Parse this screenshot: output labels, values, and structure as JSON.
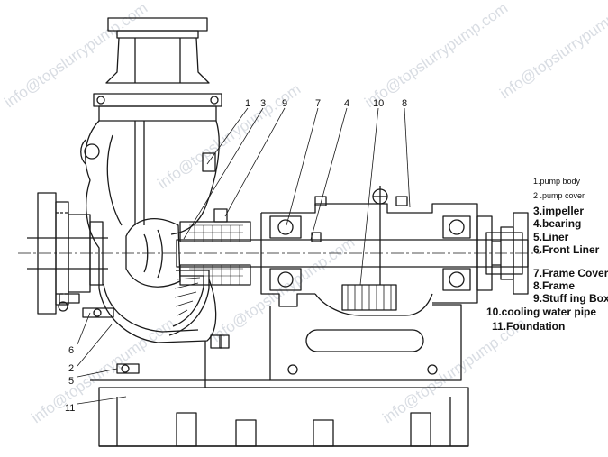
{
  "watermarks": [
    "info@topslurrypump.com",
    "info@topslurrypump.com",
    "info@topslurrypump.com",
    "info@topslurrypump.com",
    "info@topslurrypump.com",
    "info@topslurrypump.com",
    "info@topslurrypump.com"
  ],
  "callouts": {
    "c1": "1",
    "c2": "2",
    "c3": "3",
    "c4": "4",
    "c5": "5",
    "c6": "6",
    "c7": "7",
    "c8": "8",
    "c9": "9",
    "c10": "10",
    "c11": "11"
  },
  "legend": {
    "items": [
      "1.pump body",
      "2 .pump cover",
      "3.impeller",
      "4.bearing",
      "5.Liner",
      "6.Front Liner",
      "7.Frame Cover",
      "8.Frame",
      "9.Stuff ing Box",
      "10.cooling water pipe",
      "11.Foundation"
    ]
  }
}
